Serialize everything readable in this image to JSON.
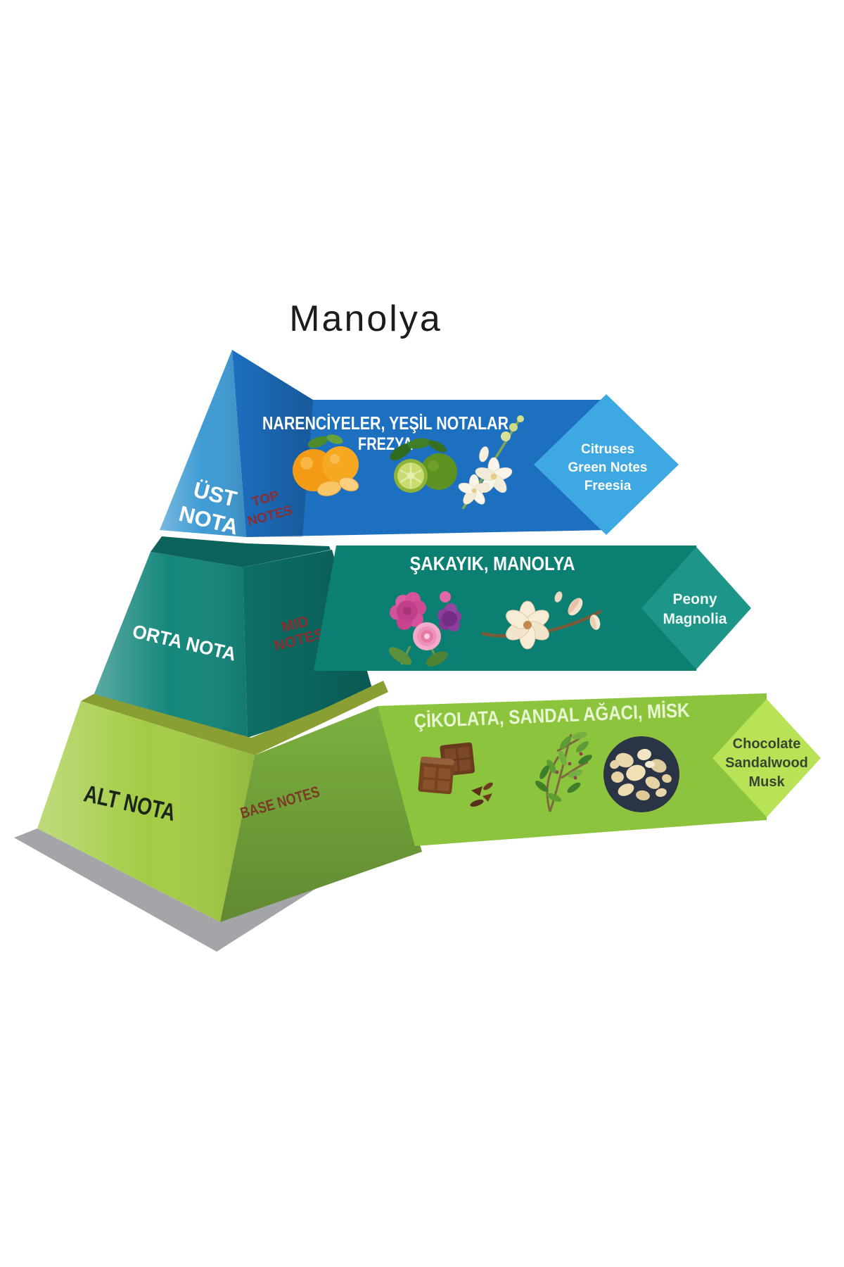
{
  "title": "Manolya",
  "palette": {
    "title_color": "#1c1c1c",
    "shadow": "#a3a5a8",
    "notes_label_color": "#8a2d31",
    "base_notes_label_color": "#7a3a24",
    "tier_top": {
      "face_left": "#3f9bd3",
      "face_right_banner": "#1d6fc0",
      "arrow": "#3ea8e2",
      "banner_text": "#ffffff",
      "arrow_text": "#ffffff",
      "face_label_color": "#ffffff"
    },
    "tier_mid": {
      "face_left": "#15867b",
      "face_right": "#0c6f66",
      "top_band": "#0b635c",
      "banner": "#0c7f73",
      "arrow": "#1d9588",
      "banner_text": "#ffffff",
      "arrow_text": "#eef8f4",
      "face_label_color": "#ffffff"
    },
    "tier_base": {
      "face_left": "#a3cc45",
      "face_right": "#7cb03f",
      "top_band": "#8a9f33",
      "banner": "#8cc43e",
      "arrow": "#b9e356",
      "banner_text": "#e9f6d2",
      "arrow_text": "#3a4531",
      "face_label_color": "#1d241a"
    }
  },
  "tiers": [
    {
      "name_tr_1": "ÜST",
      "name_tr_2": "NOTA",
      "name_en_1": "TOP",
      "name_en_2": "NOTES",
      "banner_1": "NARENCİYELER, YEŞİL NOTALAR",
      "banner_2": "FREZYA",
      "arrow_1": "Citruses",
      "arrow_2": "Green Notes",
      "arrow_3": "Freesia"
    },
    {
      "name_tr_1": "ORTA NOTA",
      "name_en_1": "MID",
      "name_en_2": "NOTES",
      "banner_1": "ŞAKAYIK, MANOLYA",
      "arrow_1": "Peony",
      "arrow_2": "Magnolia"
    },
    {
      "name_tr_1": "ALT NOTA",
      "name_en_1": "BASE NOTES",
      "banner_1": "ÇİKOLATA, SANDAL AĞACI, MİSK",
      "arrow_1": "Chocolate",
      "arrow_2": "Sandalwood",
      "arrow_3": "Musk"
    }
  ],
  "icons": [
    "orange-icon",
    "bergamot-icon",
    "freesia-icon",
    "peony-icon",
    "magnolia-icon",
    "chocolate-icon",
    "sandalwood-icon",
    "musk-icon"
  ]
}
